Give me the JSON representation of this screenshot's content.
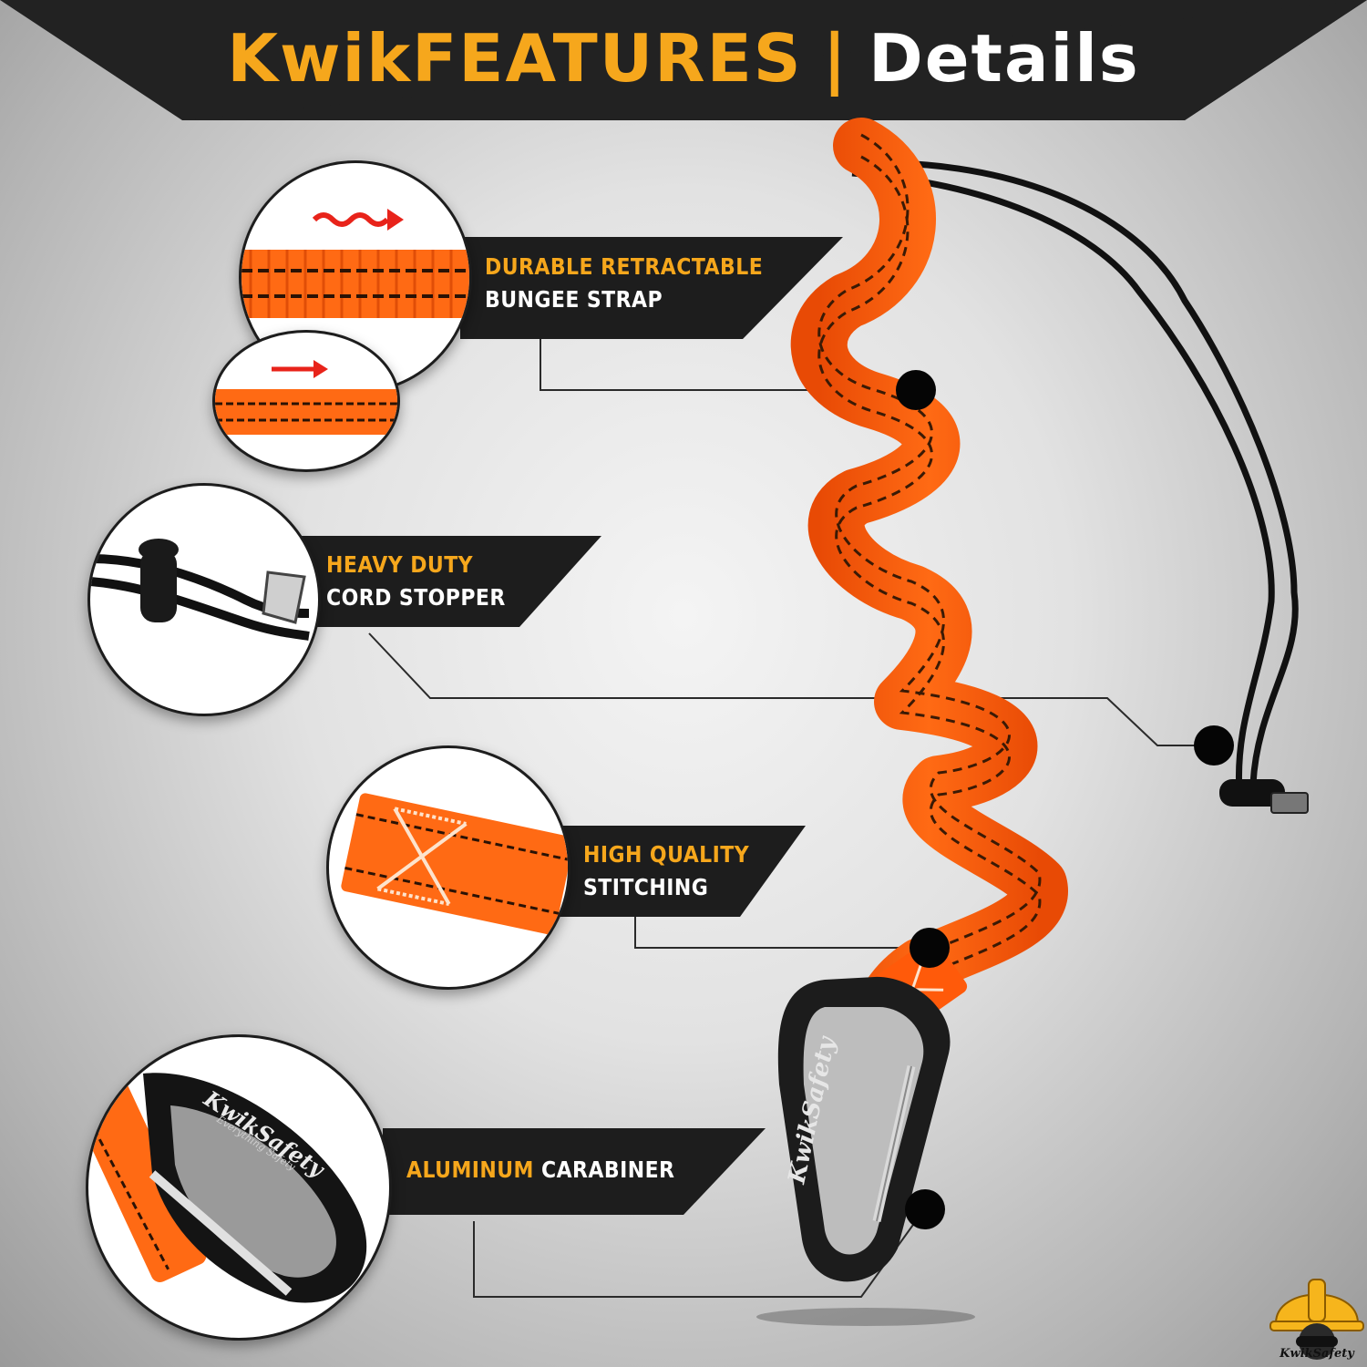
{
  "header": {
    "brand": "KwikFEATURES",
    "separator": "|",
    "subtitle": "Details"
  },
  "features": [
    {
      "highlight": "DURABLE RETRACTABLE",
      "rest": "BUNGEE STRAP"
    },
    {
      "highlight": "HEAVY DUTY",
      "rest": "CORD STOPPER"
    },
    {
      "highlight": "HIGH QUALITY",
      "rest": "STITCHING"
    },
    {
      "highlight": "ALUMINUM",
      "rest": "CARABINER"
    }
  ],
  "carabiner_brand": "KwikSafety",
  "carabiner_tagline": "Everything Safety",
  "logo": {
    "text": "KwikSafety"
  },
  "colors": {
    "accent": "#f6a71c",
    "strap": "#ff5a0a",
    "dark": "#1d1d1d"
  },
  "icons": [
    "wavy-arrow-icon",
    "straight-arrow-icon"
  ]
}
